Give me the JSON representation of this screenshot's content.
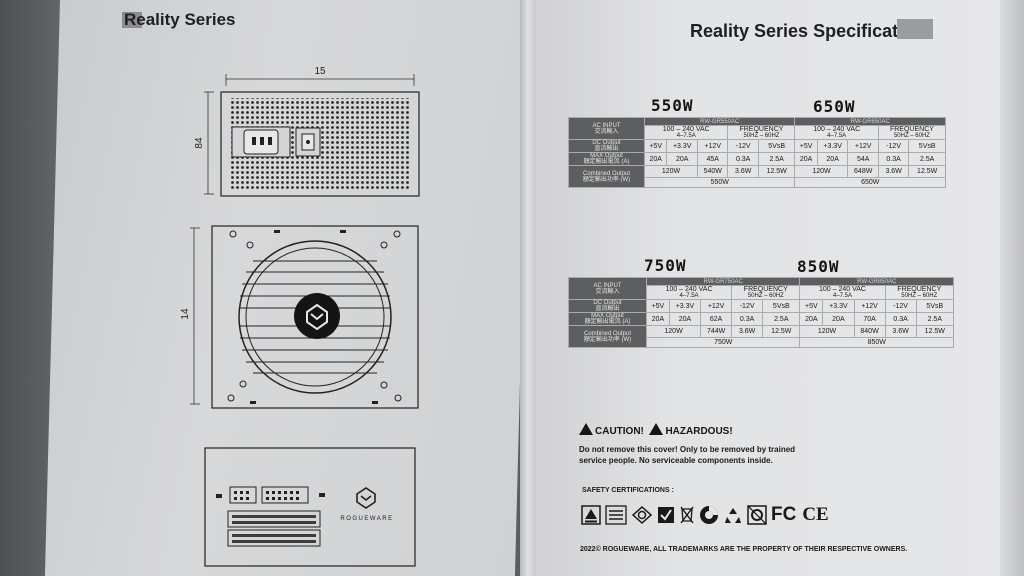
{
  "left_page": {
    "title": "Reality Series",
    "dim_width": "15",
    "dim_height_top": "84",
    "dim_height_side": "14",
    "brand": "ROGUEWARE"
  },
  "right_page": {
    "title": "Reality Series Specification",
    "tables": [
      {
        "left": {
          "watt_title": "550W",
          "model": "RW-GR550AC",
          "ac_value": "100 – 240 VAC",
          "ac_current": "4–7.5A",
          "frequency_label": "FREQUENCY",
          "frequency_value": "50HZ – 60HZ",
          "dc_rails": [
            "+5V",
            "+3.3V",
            "+12V",
            "-12V",
            "5VsB"
          ],
          "max_currents": [
            "20A",
            "20A",
            "45A",
            "0.3A",
            "2.5A"
          ],
          "combined": [
            "120W",
            "540W",
            "3.6W",
            "12.5W"
          ],
          "total": "550W"
        },
        "right": {
          "watt_title": "650W",
          "model": "RW-GR650AC",
          "ac_value": "100 – 240 VAC",
          "ac_current": "4–7.5A",
          "frequency_label": "FREQUENCY",
          "frequency_value": "50HZ – 60HZ",
          "dc_rails": [
            "+5V",
            "+3.3V",
            "+12V",
            "-12V",
            "5VsB"
          ],
          "max_currents": [
            "20A",
            "20A",
            "54A",
            "0.3A",
            "2.5A"
          ],
          "combined": [
            "120W",
            "648W",
            "3.6W",
            "12.5W"
          ],
          "total": "650W"
        }
      },
      {
        "left": {
          "watt_title": "750W",
          "model": "RW-GR750AC",
          "ac_value": "100 – 240 VAC",
          "ac_current": "4–7.5A",
          "frequency_label": "FREQUENCY",
          "frequency_value": "50HZ – 60HZ",
          "dc_rails": [
            "+5V",
            "+3.3V",
            "+12V",
            "-12V",
            "5VsB"
          ],
          "max_currents": [
            "20A",
            "20A",
            "62A",
            "0.3A",
            "2.5A"
          ],
          "combined": [
            "120W",
            "744W",
            "3.6W",
            "12.5W"
          ],
          "total": "750W"
        },
        "right": {
          "watt_title": "850W",
          "model": "RW-GR850AC",
          "ac_value": "100 – 240 VAC",
          "ac_current": "4–7.5A",
          "frequency_label": "FREQUENCY",
          "frequency_value": "50HZ – 60HZ",
          "dc_rails": [
            "+5V",
            "+3.3V",
            "+12V",
            "-12V",
            "5VsB"
          ],
          "max_currents": [
            "20A",
            "20A",
            "70A",
            "0.3A",
            "2.5A"
          ],
          "combined": [
            "120W",
            "840W",
            "3.6W",
            "12.5W"
          ],
          "total": "850W"
        }
      }
    ],
    "row_labels": {
      "ac_input": "AC INPUT",
      "ac_input_cn": "交流輸入",
      "dc_output": "DC Output",
      "dc_output_cn": "直流輸出",
      "max_output": "MAX Output",
      "max_output_cn": "額定輸出電流 (A)",
      "combined_output": "Combined Output",
      "combined_output_cn": "額定輸出功率 (W)"
    },
    "caution": "CAUTION!",
    "hazardous": "HAZARDOUS!",
    "warning_text": "Do not remove this cover! Only to be removed by trained service people. No serviceable components inside.",
    "certifications_label": "SAFETY CERTIFICATIONS :",
    "cert_icons": [
      "tuv-mark-icon",
      "bsmi-icon",
      "ce-cb-icon",
      "check-mark-icon",
      "weee-bin-icon",
      "recycle-mark-icon",
      "recycle-arrows-icon",
      "rohs-mark-icon"
    ],
    "fc_mark": "FC",
    "ce_mark": "CE",
    "footer": "2022© ROGUEWARE, ALL TRADEMARKS ARE THE PROPERTY OF THEIR RESPECTIVE OWNERS."
  }
}
